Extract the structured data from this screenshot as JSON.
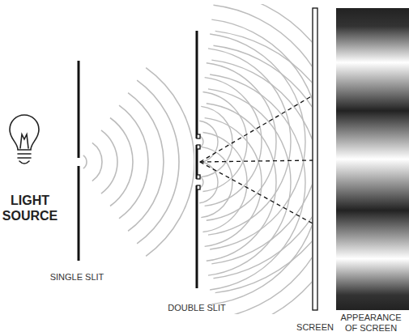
{
  "diagram": {
    "labels": [
      "LIGHT SOURCE",
      "SINGLE SLIT",
      "DOUBLE SLIT",
      "SCREEN",
      "APPEARANCE OF SCREEN"
    ]
  }
}
